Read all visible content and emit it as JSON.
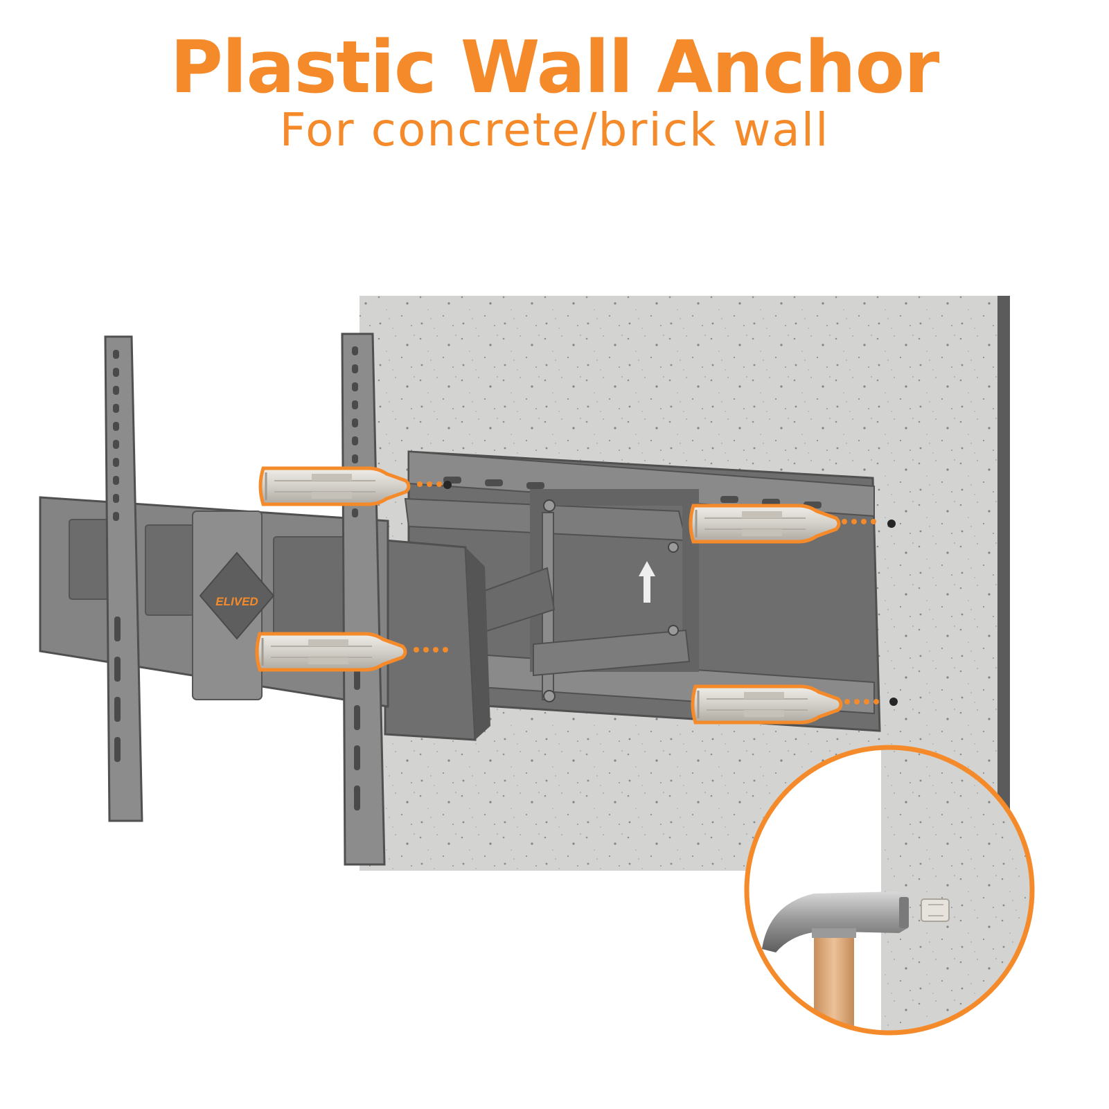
{
  "header": {
    "title": "Plastic Wall Anchor",
    "subtitle": "For concrete/brick wall"
  },
  "product": {
    "brand_logo": "ELIVED",
    "anchor_count": 4,
    "icons": [
      "wall-anchor-icon",
      "hammer-icon",
      "up-arrow-icon"
    ]
  },
  "colors": {
    "accent": "#F58A2B",
    "metal": "#7A7A7A",
    "metal_dark": "#555555",
    "concrete": "#D4D4D2",
    "anchor": "#D9D6D0",
    "handle": "#E0B48A"
  }
}
